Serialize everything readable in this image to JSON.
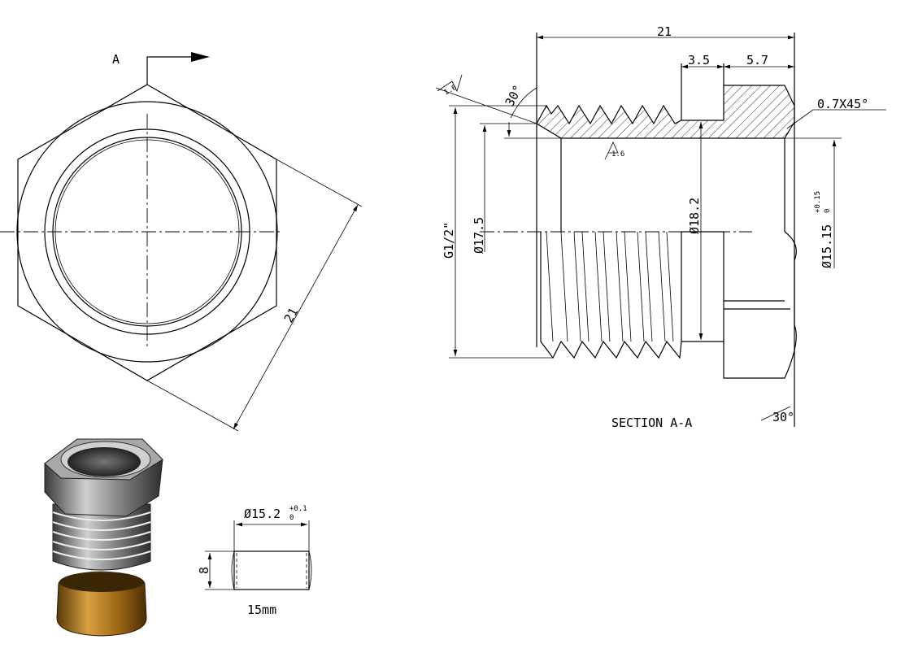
{
  "front_view": {
    "view_label": "A",
    "across_flats": "21"
  },
  "section_view": {
    "title": "SECTION A-A",
    "overall_length": "21",
    "groove_width": "3.5",
    "head_length": "5.7",
    "chamfer": "0.7X45°",
    "thread_angle": "30°",
    "roughness_1": "1.6",
    "roughness_2": "1.6",
    "thread_spec": "G1/2\"",
    "dia_17_5": "Ø17.5",
    "dia_18_2": "Ø18.2",
    "dia_15_15": "Ø15.15",
    "dia_15_15_tol_upper": "+0.15",
    "dia_15_15_tol_lower": "0",
    "end_angle": "30°"
  },
  "ring_view": {
    "diameter": "Ø15.2",
    "tol_upper": "+0.1",
    "tol_lower": "0",
    "height": "8",
    "note": "15mm"
  },
  "colors": {
    "line": "#000000",
    "steel": "#8a8a8a",
    "brass": "#a8721c"
  }
}
